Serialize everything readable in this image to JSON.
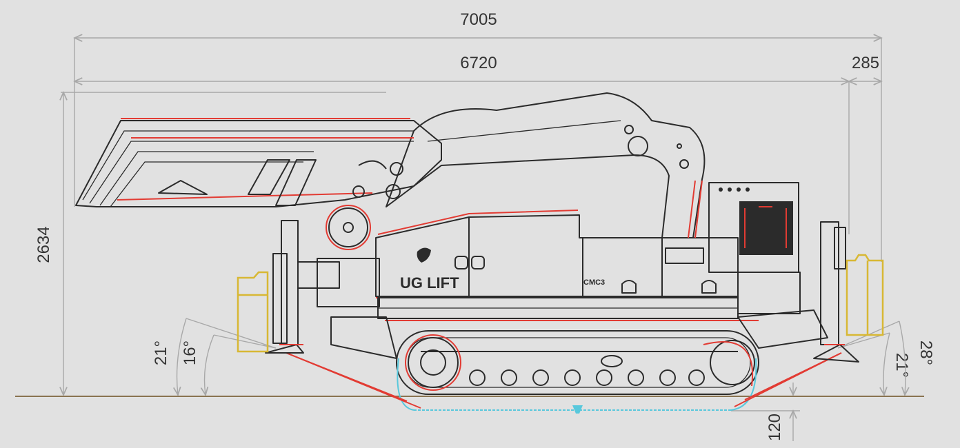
{
  "dimensions": {
    "overall_length": "7005",
    "transport_length": "6720",
    "outrigger_overhang": "285",
    "height": "2634",
    "ground_clearance": "120",
    "angle_front_outer": "21°",
    "angle_front_inner": "16°",
    "angle_rear_inner": "21°",
    "angle_rear_outer": "28°"
  },
  "machine": {
    "brand": "UG LIFT",
    "model_badge": "CMC3",
    "colors": {
      "background": "#e1e1e1",
      "outline": "#2b2b2b",
      "hydraulics": "#e23b33",
      "outrigger_pads": "#d8b834",
      "track_ground_profile": "#58c8dc",
      "dimension_lines": "#a8a8a8",
      "ground": "#8a7350"
    }
  }
}
